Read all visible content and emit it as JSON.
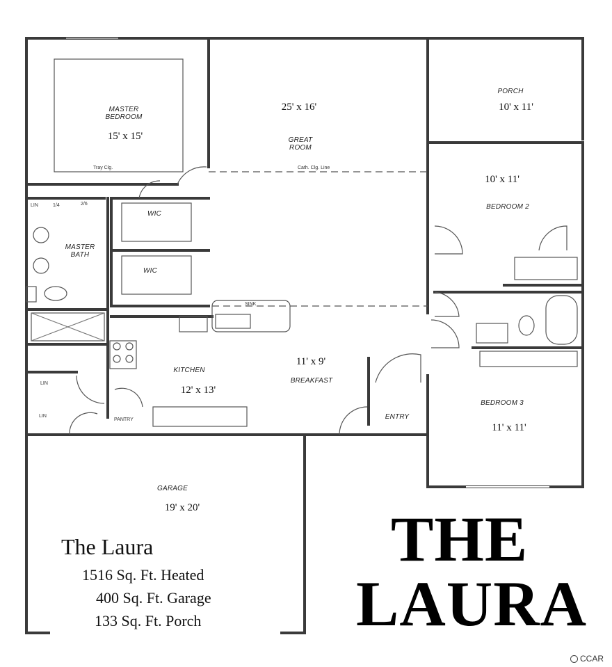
{
  "rooms": {
    "master_bedroom": {
      "label_line1": "MASTER",
      "label_line2": "BEDROOM",
      "dims": "15' x 15'",
      "note": "Tray Clg."
    },
    "great_room": {
      "label_line1": "GREAT",
      "label_line2": "ROOM",
      "dims": "25' x 16'",
      "note": "Cath. Clg. Line"
    },
    "porch": {
      "label": "PORCH",
      "dims": "10' x 11'"
    },
    "bedroom2": {
      "label": "BEDROOM 2",
      "dims": "10' x 11'"
    },
    "wic_1": {
      "label": "WIC"
    },
    "wic_2": {
      "label": "WIC"
    },
    "master_bath": {
      "label_line1": "MASTER",
      "label_line2": "BATH"
    },
    "lin": {
      "label": "LIN"
    },
    "half": {
      "label": "1/4"
    },
    "door_size": {
      "label": "2/6"
    },
    "kitchen": {
      "label": "KITCHEN",
      "dims": "12' x 13'"
    },
    "breakfast": {
      "label": "BREAKFAST",
      "dims": "11' x 9'"
    },
    "bedroom3": {
      "label": "BEDROOM 3",
      "dims": "11' x 11'"
    },
    "entry": {
      "label": "ENTRY"
    },
    "pantry": {
      "label": "PANTRY"
    },
    "garage": {
      "label": "GARAGE",
      "dims": "19' x 20'"
    },
    "sink_note": {
      "label": "SINK"
    },
    "lin2": {
      "label": "LIN"
    },
    "lin3": {
      "label": "LIN"
    }
  },
  "summary": {
    "name": "The Laura",
    "heated": "1516 Sq. Ft. Heated",
    "garage": "400 Sq. Ft. Garage",
    "porch": "133 Sq. Ft. Porch"
  },
  "title": {
    "line1": "THE",
    "line2": "LAURA"
  },
  "logo": {
    "text": "CCAR"
  }
}
